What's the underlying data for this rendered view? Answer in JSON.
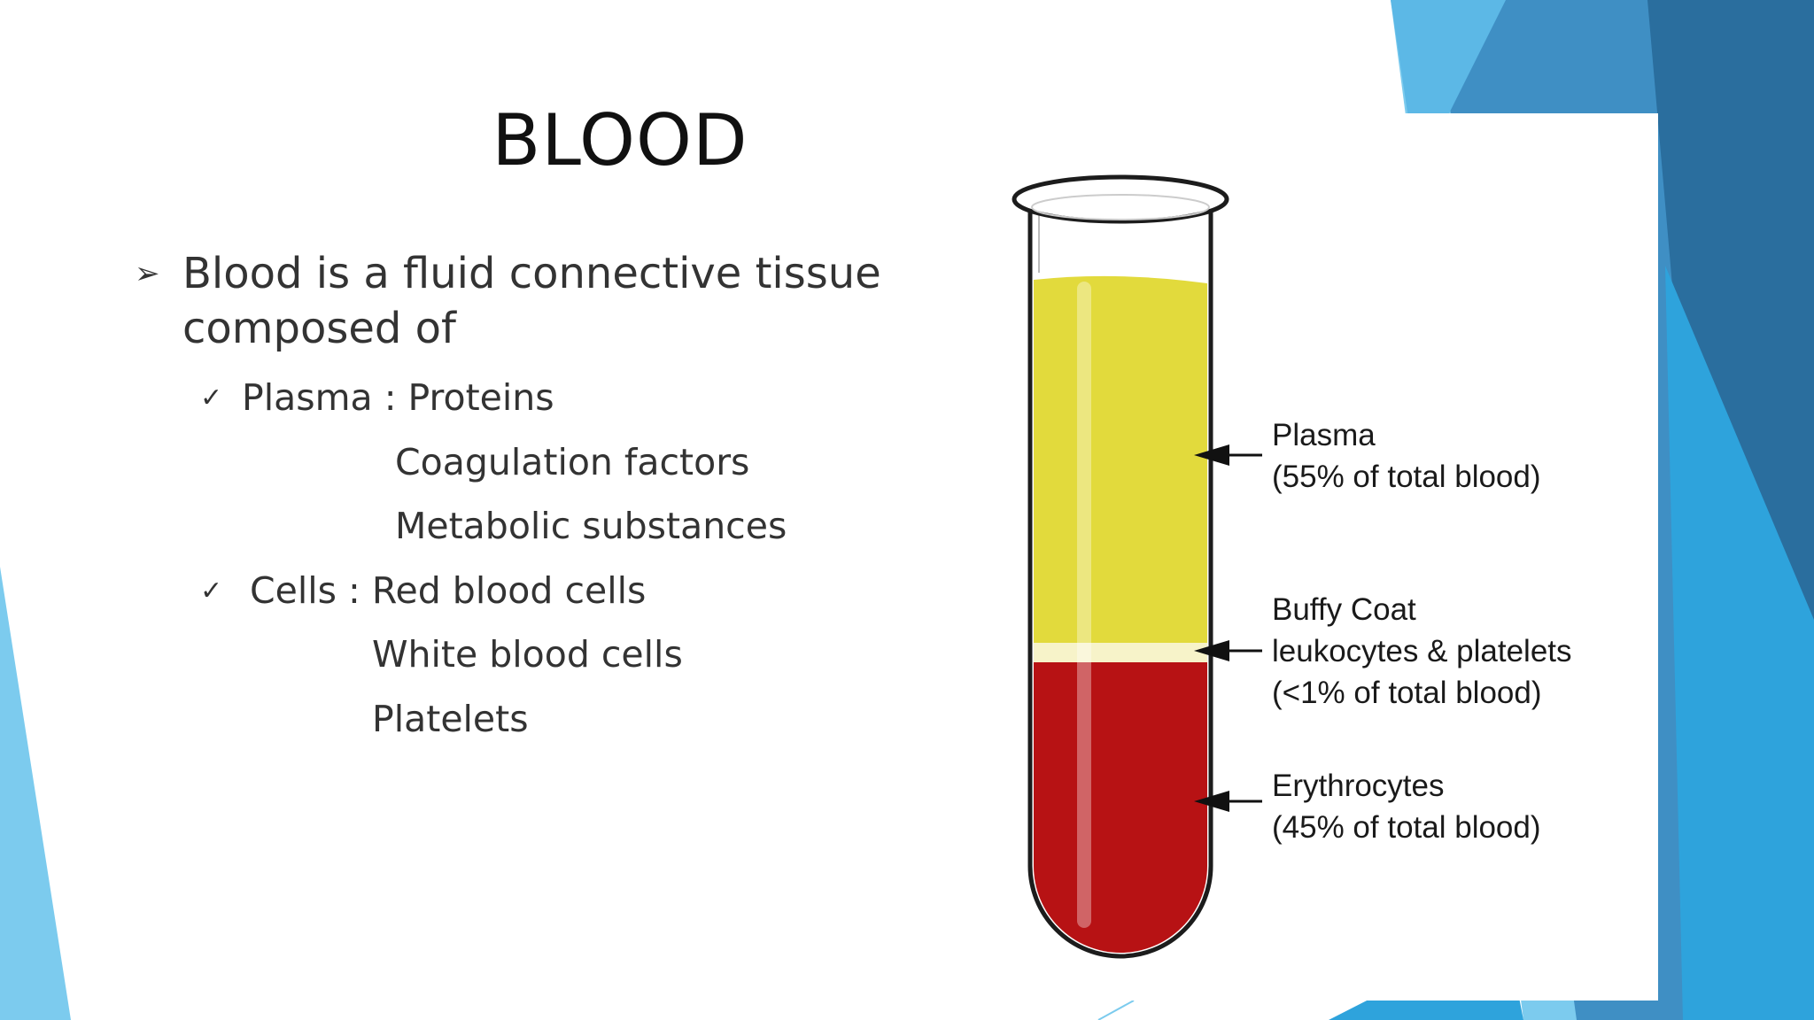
{
  "slide": {
    "title": "BLOOD",
    "main_bullet": "Blood is a fluid connective tissue composed of",
    "groups": [
      {
        "head": "Plasma : Proteins",
        "items": [
          "Coagulation factors",
          "Metabolic substances"
        ]
      },
      {
        "head": "Cells : Red blood cells",
        "items": [
          "White blood cells",
          "Platelets"
        ]
      }
    ]
  },
  "figure": {
    "plasma_label": "Plasma",
    "plasma_pct": "(55% of total blood)",
    "buffy_label": "Buffy Coat",
    "buffy_desc": "leukocytes & platelets",
    "buffy_pct": "(<1% of total blood)",
    "ery_label": "Erythrocytes",
    "ery_pct": "(45% of total blood)"
  },
  "colors": {
    "accent_light": "#7ccbee",
    "accent_mid": "#2ea3dc",
    "accent_dark": "#2a6e9e",
    "plasma": "#e2da3c",
    "buffy": "#f7f3c9",
    "erythrocytes": "#b71214"
  }
}
